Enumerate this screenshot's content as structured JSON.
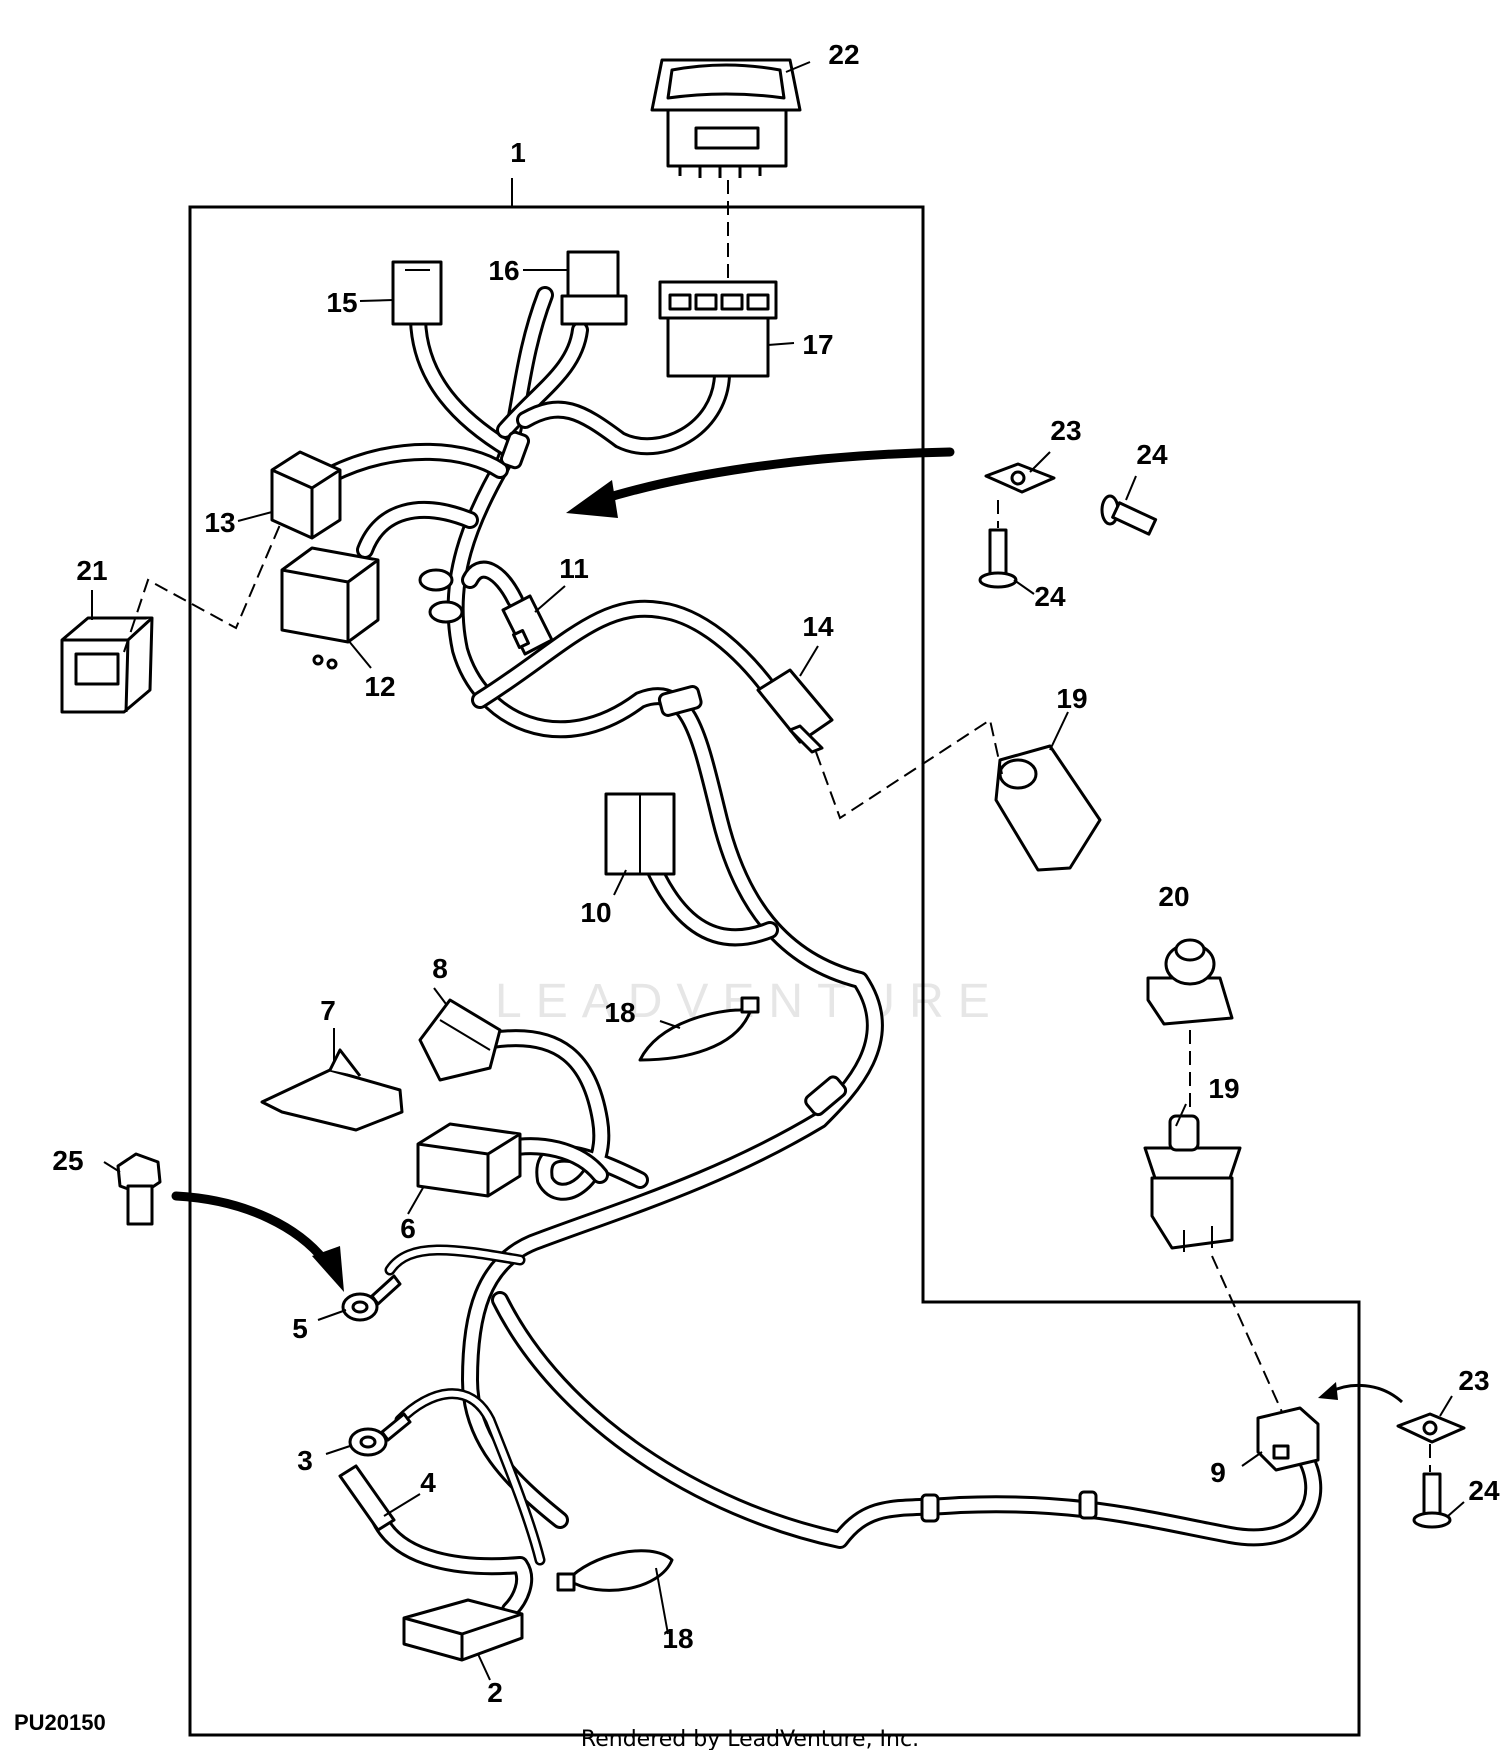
{
  "figure_id": "PU20150",
  "footer": "Rendered by LeadVenture, Inc.",
  "watermark": "LEADVENTURE",
  "callouts": {
    "c1": "1",
    "c2": "2",
    "c3": "3",
    "c4": "4",
    "c5": "5",
    "c6": "6",
    "c7": "7",
    "c8": "8",
    "c9": "9",
    "c10": "10",
    "c11": "11",
    "c12": "12",
    "c13": "13",
    "c14": "14",
    "c15": "15",
    "c16": "16",
    "c17": "17",
    "c18a": "18",
    "c18b": "18",
    "c19a": "19",
    "c19b": "19",
    "c20": "20",
    "c21": "21",
    "c22": "22",
    "c23a": "23",
    "c23b": "23",
    "c24a": "24",
    "c24b": "24",
    "c24c": "24",
    "c25": "25"
  }
}
